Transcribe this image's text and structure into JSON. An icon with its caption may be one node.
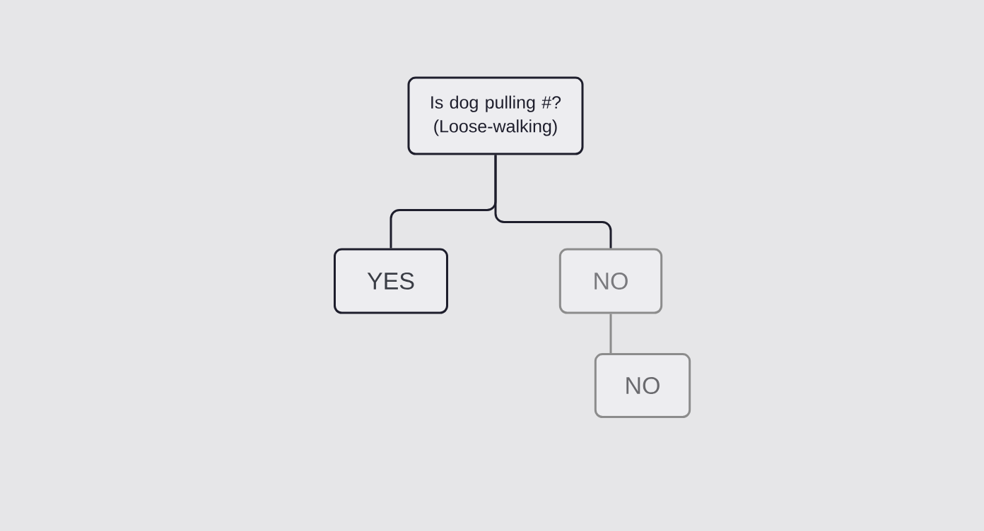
{
  "diagram": {
    "nodes": [
      {
        "text": [
          "Is dog pulling #? (Loose-walking)"
        ]
      },
      {
        "text": [
          "YES"
        ]
      },
      {
        "text": [
          "NO"
        ]
      },
      {
        "text": [
          "NO"
        ]
      }
    ],
    "edges": [
      {
        "from": 0,
        "to": 1,
        "arrow": "none"
      },
      {
        "from": 0,
        "to": 2,
        "arrow": "none"
      },
      {
        "from": 2,
        "to": 3,
        "arrow": "none",
        "color": "#8c8c8c"
      }
    ]
  }
}
